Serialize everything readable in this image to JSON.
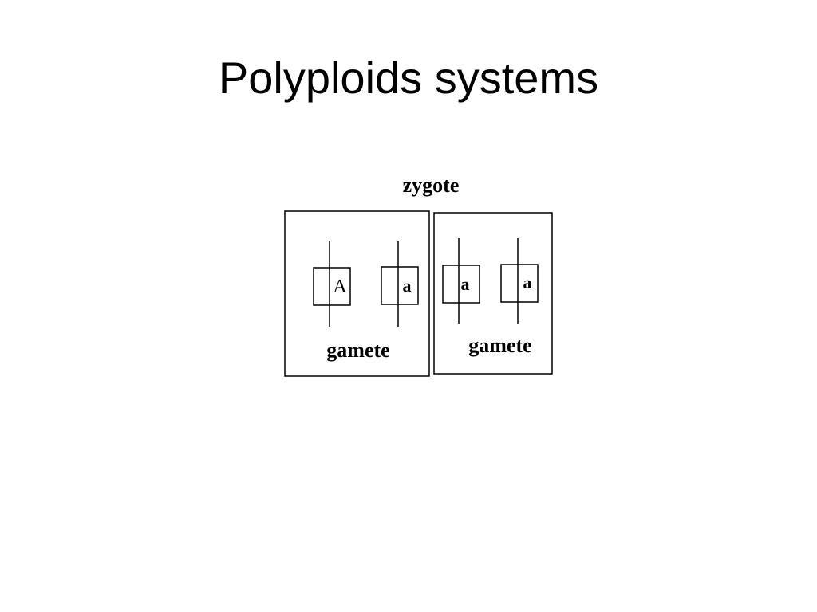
{
  "slide": {
    "title": "Polyploids systems"
  },
  "diagram": {
    "zygote_label": "zygote",
    "gametes": [
      {
        "label": "gamete",
        "chromosomes": [
          {
            "allele": "A"
          },
          {
            "allele": "a"
          }
        ]
      },
      {
        "label": "gamete",
        "chromosomes": [
          {
            "allele": "a"
          },
          {
            "allele": "a"
          }
        ]
      }
    ]
  }
}
